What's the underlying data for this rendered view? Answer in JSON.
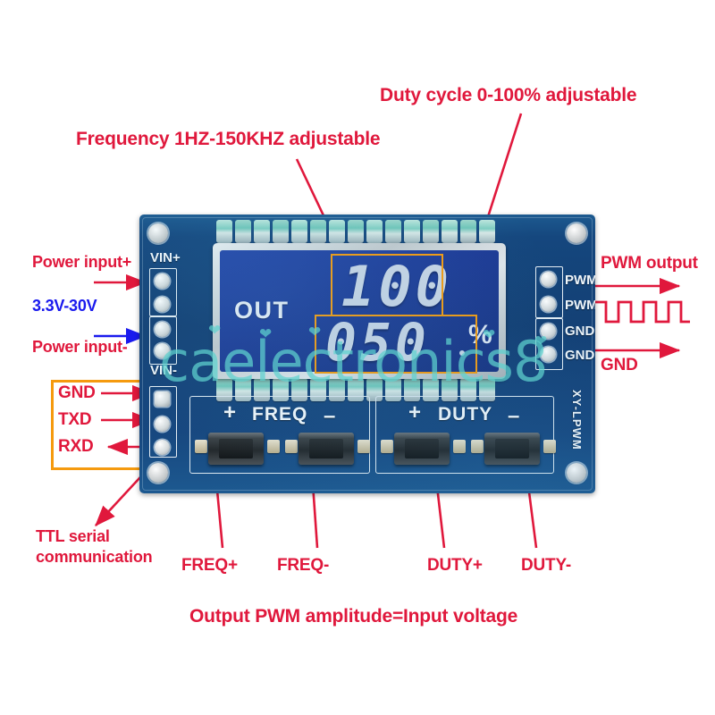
{
  "meta": {
    "accent_red": "#e0183c",
    "accent_blue": "#1a1aee",
    "accent_orange": "#f59a0e",
    "pcb_blue": "#15477e",
    "lcd_blue": "#1e3b96",
    "pad_teal": "#7fcdc1"
  },
  "callouts": {
    "frequency": "Frequency 1HZ-150KHZ adjustable",
    "duty_cycle": "Duty cycle 0-100%  adjustable",
    "power_input_plus": "Power input+",
    "voltage_range": "3.3V-30V",
    "power_input_minus": "Power input-",
    "gnd": "GND",
    "txd": "TXD",
    "rxd": "RXD",
    "ttl_serial": "TTL serial",
    "ttl_serial_2": "communication",
    "pwm_output": "PWM output",
    "gnd_right": "GND",
    "freq_plus": "FREQ+",
    "freq_minus": "FREQ-",
    "duty_plus": "DUTY+",
    "duty_minus": "DUTY-",
    "footer": "Output PWM amplitude=Input voltage"
  },
  "board": {
    "silk": {
      "vin_plus": "VIN+",
      "vin_minus": "VIN-",
      "pwm_1": "PWM",
      "pwm_2": "PWM",
      "gnd_1": "GND",
      "gnd_2": "GND",
      "freq": "FREQ",
      "duty": "DUTY",
      "plus_freq": "+",
      "minus_freq": "–",
      "plus_duty": "+",
      "minus_duty": "–",
      "model": "XY-LPWM"
    },
    "lcd": {
      "mode_label": "OUT",
      "frequency_value": "100",
      "duty_value": "050",
      "percent_symbol": "%"
    }
  },
  "watermark": {
    "text": "caelectronics8"
  },
  "icons": {
    "square_wave": "square-wave-icon"
  }
}
